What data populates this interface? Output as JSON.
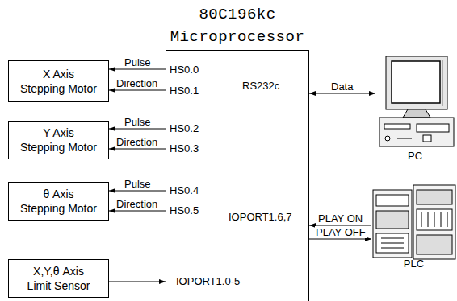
{
  "diagram": {
    "nodes": [
      {
        "text": [
          "80C196kc Microprocessor"
        ]
      },
      {
        "text": [
          "X Axis Stepping Motor"
        ]
      },
      {
        "text": [
          "Y Axis Stepping Motor"
        ]
      },
      {
        "text": [
          "θ Axis Stepping Motor"
        ]
      },
      {
        "text": [
          "X,Y,θ Axis Limit Sensor"
        ]
      },
      {
        "text": [
          "PC"
        ]
      },
      {
        "text": [
          "PLC"
        ]
      }
    ],
    "edges": [
      {
        "from": 0,
        "to": 1,
        "label": "Pulse",
        "arrow": "to"
      },
      {
        "from": 0,
        "to": 1,
        "label": "Direction",
        "arrow": "to"
      },
      {
        "from": 0,
        "to": 2,
        "label": "Pulse",
        "arrow": "to"
      },
      {
        "from": 0,
        "to": 2,
        "label": "Direction",
        "arrow": "to"
      },
      {
        "from": 0,
        "to": 3,
        "label": "Pulse",
        "arrow": "to"
      },
      {
        "from": 0,
        "to": 3,
        "label": "Direction",
        "arrow": "to"
      },
      {
        "from": 4,
        "to": 0,
        "arrow": "to"
      },
      {
        "from": 0,
        "to": 5,
        "label": "Data",
        "arrow": "both"
      },
      {
        "from": 6,
        "to": 0,
        "label": "PLAY ON",
        "arrow": "to"
      },
      {
        "from": 0,
        "to": 6,
        "label": "PLAY OFF",
        "arrow": "to"
      }
    ],
    "labels": [
      "HS0.0",
      "HS0.1",
      "HS0.2",
      "HS0.3",
      "HS0.4",
      "HS0.5",
      "RS232c",
      "IOPORT1.6,7",
      "IOPORT1.0-5"
    ]
  }
}
